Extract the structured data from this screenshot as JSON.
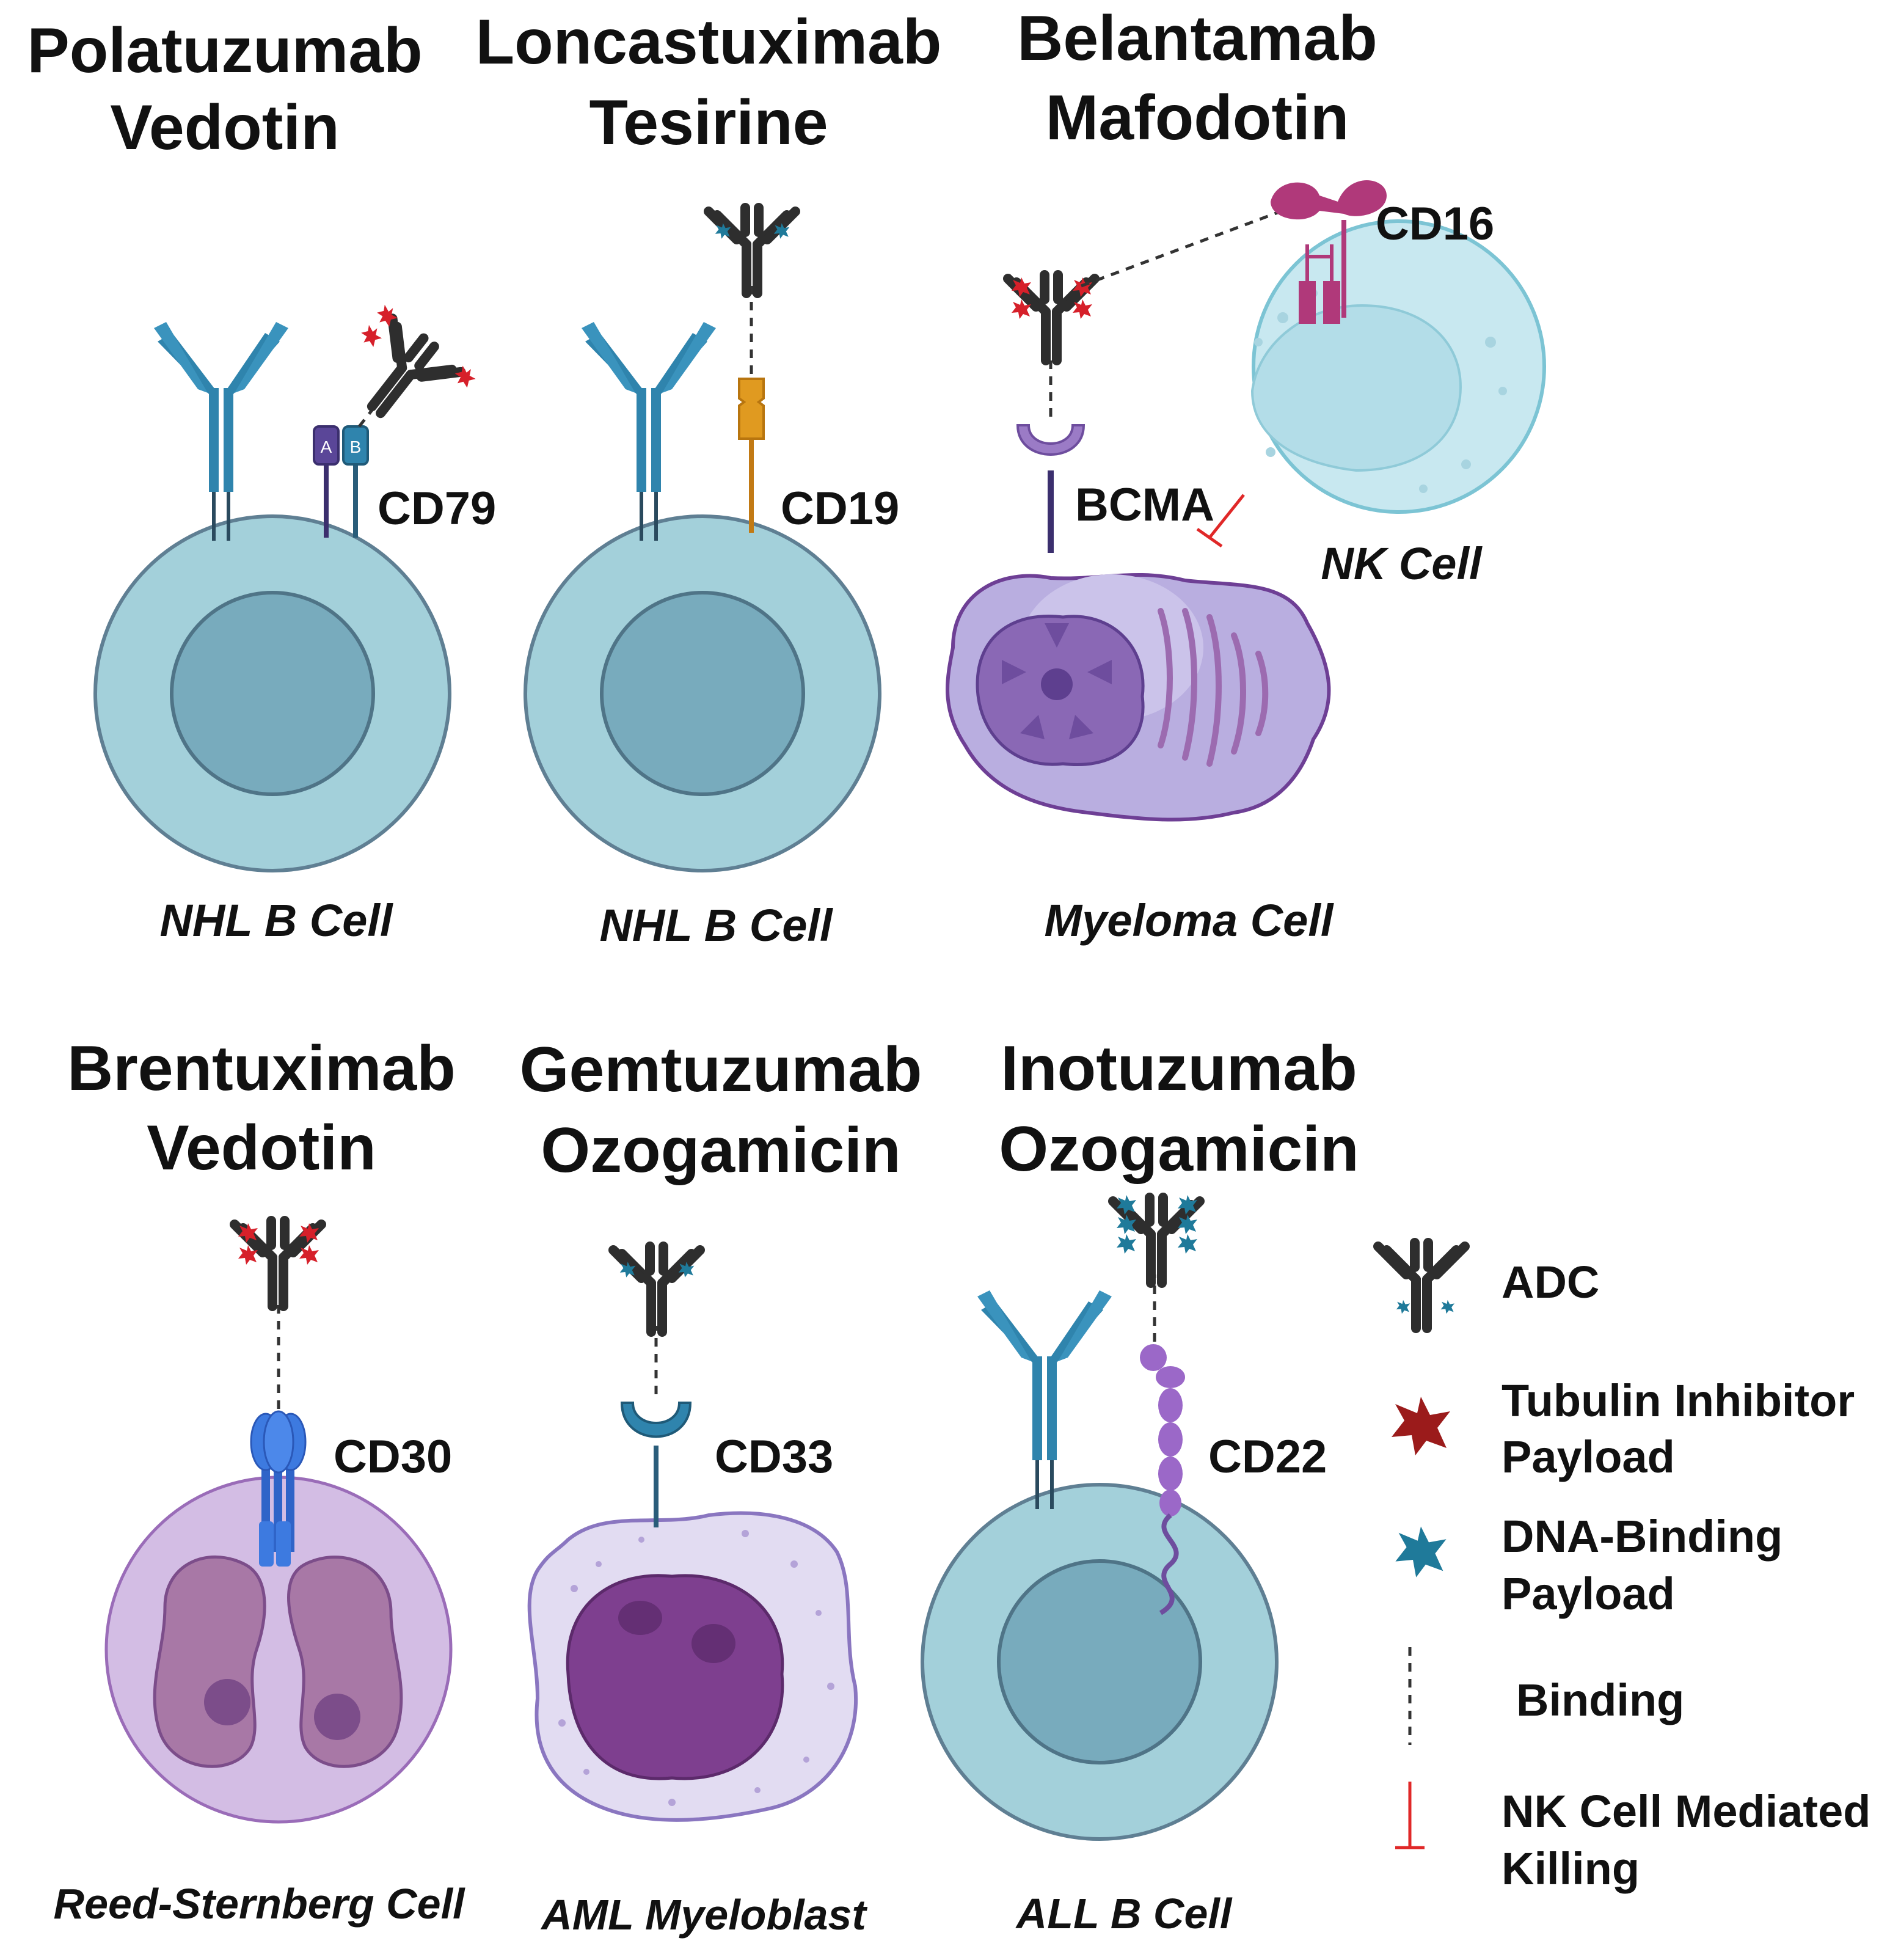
{
  "panels": [
    {
      "title_line1": "Polatuzumab",
      "title_line2": "Vedotin",
      "antigen": "CD79",
      "cell": "NHL B Cell"
    },
    {
      "title_line1": "Loncastuximab",
      "title_line2": "Tesirine",
      "antigen": "CD19",
      "cell": "NHL B Cell"
    },
    {
      "title_line1": "Belantamab",
      "title_line2": "Mafodotin",
      "antigen": "BCMA",
      "antigen2": "CD16",
      "cell": "Myeloma Cell",
      "cell2": "NK Cell"
    },
    {
      "title_line1": "Brentuximab",
      "title_line2": "Vedotin",
      "antigen": "CD30",
      "cell": "Reed-Sternberg Cell"
    },
    {
      "title_line1": "Gemtuzumab",
      "title_line2": "Ozogamicin",
      "antigen": "CD33",
      "cell": "AML Myeloblast"
    },
    {
      "title_line1": "Inotuzumab",
      "title_line2": "Ozogamicin",
      "antigen": "CD22",
      "cell": "ALL B Cell"
    }
  ],
  "cd79_subunits": [
    "A",
    "B"
  ],
  "legend": {
    "adc": "ADC",
    "tubulin_line1": "Tubulin Inhibitor",
    "tubulin_line2": "Payload",
    "dna_line1": "DNA-Binding",
    "dna_line2": "Payload",
    "binding": "Binding",
    "nk_line1": "NK Cell Mediated",
    "nk_line2": "Killing"
  },
  "colors": {
    "tubulin_payload": "#d6202a",
    "tubulin_payload_legend": "#9b1b1b",
    "dna_payload": "#1f7a9a",
    "antibody_blue": "#2f84ad",
    "adc_gray": "#2e2e2e",
    "b_cell": "#a3d0da",
    "b_cell_nucleus": "#78abbd",
    "myeloma": "#b9aee0",
    "nk_cell": "#c8e8f0",
    "rs_cell": "#d3bde4",
    "aml_cell": "#e2dcf2",
    "aml_nucleus": "#7e3f8f",
    "nk_kill": "#e02828"
  }
}
